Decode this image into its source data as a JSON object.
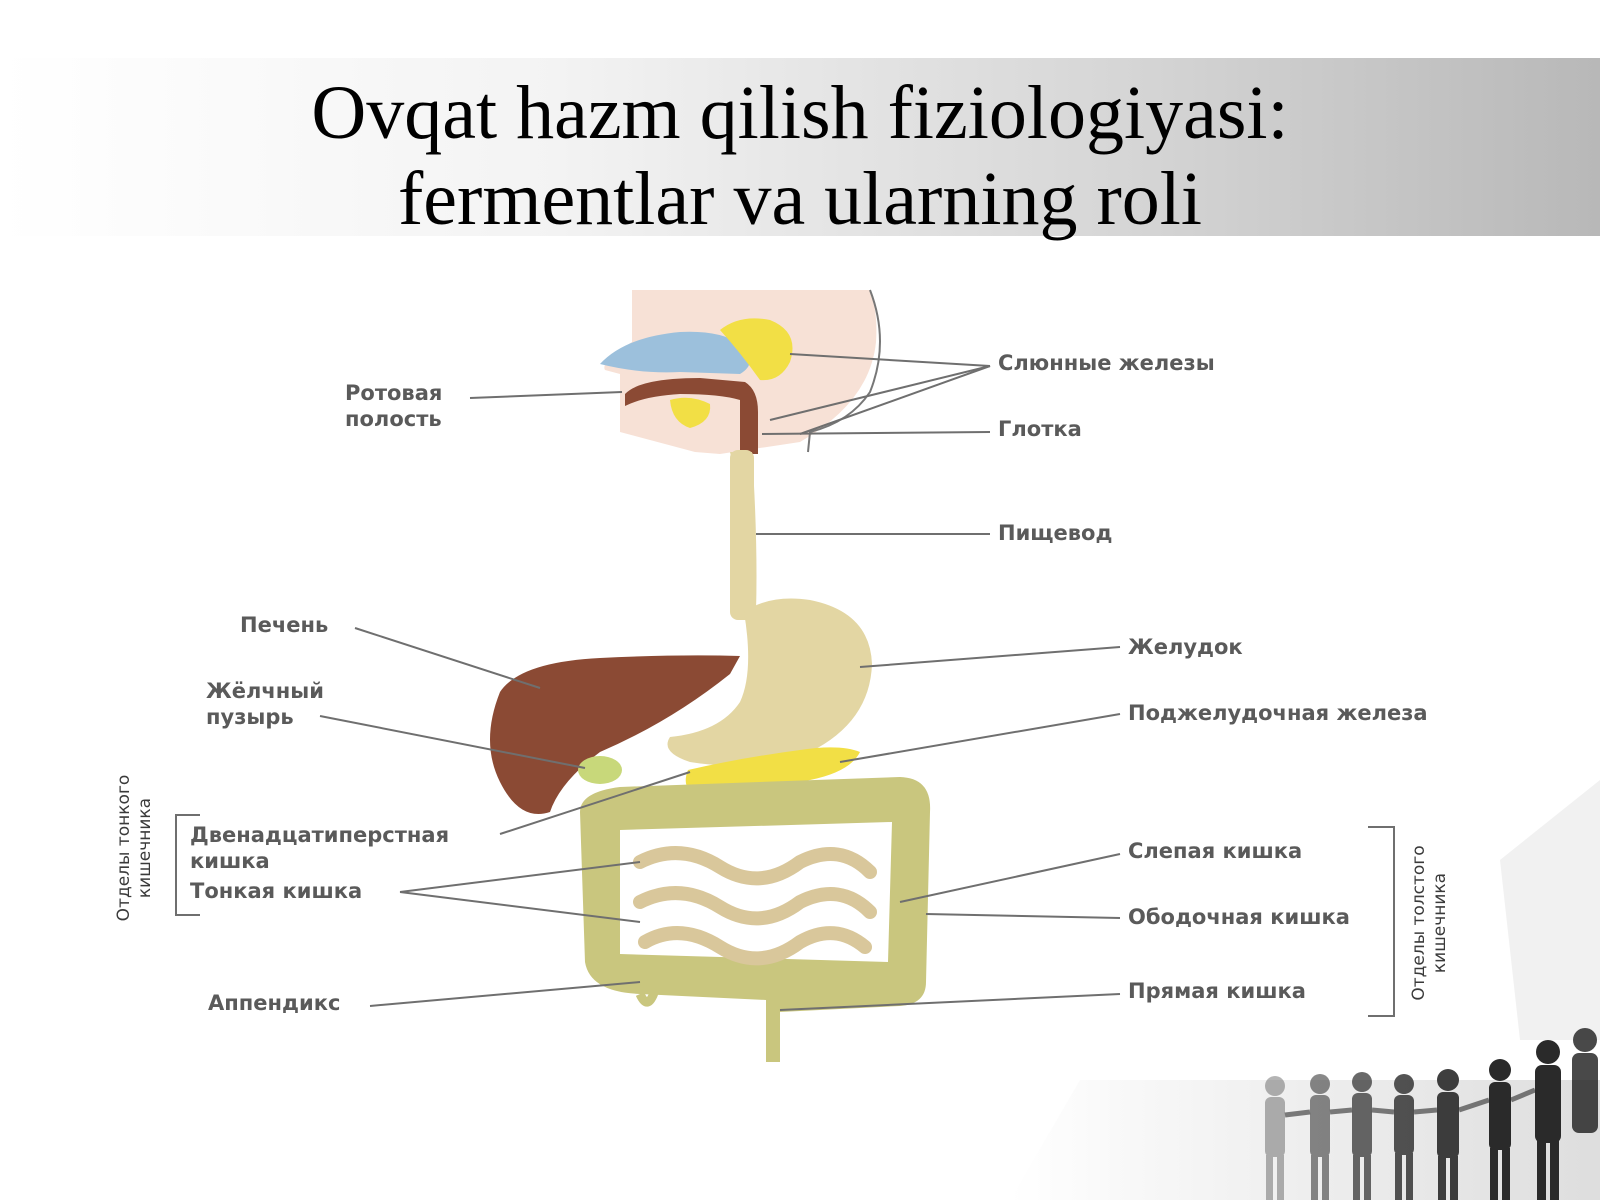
{
  "slide": {
    "title_line1": "Ovqat hazm qilish fiziologiyasi:",
    "title_line2": "fermentlar va ularning roli"
  },
  "diagram": {
    "labels": {
      "mouth": "Ротовая\nполость",
      "salivary": "Слюнные железы",
      "pharynx": "Глотка",
      "esophagus": "Пищевод",
      "liver": "Печень",
      "gallbladder": "Жёлчный\nпузырь",
      "stomach": "Желудок",
      "pancreas": "Поджелудочная железа",
      "duodenum": "Двенадцатиперстная\nкишка",
      "small_intestine": "Тонкая кишка",
      "appendix": "Аппендикс",
      "cecum": "Слепая кишка",
      "colon": "Ободочная кишка",
      "rectum": "Прямая кишка",
      "small_intestine_sections": "Отделы тонкого\nкишечника",
      "large_intestine_sections": "Отделы толстого\nкишечника"
    },
    "colors": {
      "liver": "#8b4a34",
      "stomach": "#e3d6a3",
      "pancreas": "#f2df45",
      "intestine": "#c9c67e",
      "salivary_yellow": "#f2df45",
      "salivary_blue": "#9cc0dc",
      "head": "#f7e1d6",
      "leader_line": "#6f6f6f"
    }
  }
}
